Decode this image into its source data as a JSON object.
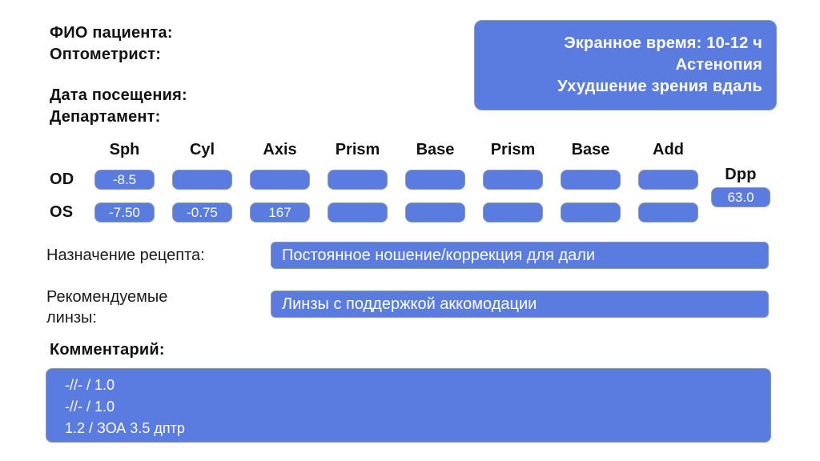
{
  "colors": {
    "accent_blue": "#5a7ce0",
    "box_border": "#8f98a9",
    "text_dark": "#111111",
    "text_on_accent": "#ffffff"
  },
  "patient_info": {
    "name_label": "ФИО пациента:",
    "optometrist_label": "Оптометрист:",
    "visit_date_label": "Дата посещения:",
    "department_label": "Департамент:"
  },
  "anamnesis_box": {
    "lines": [
      "Экранное время: 10-12 ч",
      "Астенопия",
      "Ухудшение зрения вдаль"
    ]
  },
  "prescription_table": {
    "columns": [
      "Sph",
      "Cyl",
      "Axis",
      "Prism",
      "Base",
      "Prism",
      "Base",
      "Add"
    ],
    "rows": [
      {
        "label": "OD",
        "values": [
          "-8.5",
          "",
          "",
          "",
          "",
          "",
          "",
          ""
        ]
      },
      {
        "label": "OS",
        "values": [
          "-7.50",
          "-0.75",
          "167",
          "",
          "",
          "",
          "",
          ""
        ]
      }
    ],
    "dpp": {
      "label": "Dpp",
      "value": "63.0"
    }
  },
  "purpose": {
    "label": "Назначение рецепта:",
    "value": "Постоянное ношение/коррекция для дали"
  },
  "lenses": {
    "label": "Рекомендуемые линзы:",
    "value": "Линзы с поддержкой аккомодации"
  },
  "comment": {
    "label": "Комментарий:",
    "lines": [
      "-//- / 1.0",
      "-//- / 1.0",
      "1.2 / ЗОА 3.5 дптр"
    ]
  }
}
